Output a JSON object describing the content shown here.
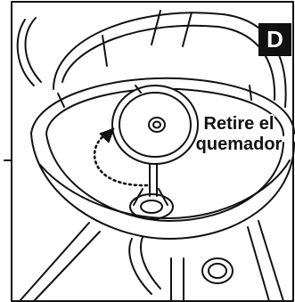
{
  "figure": {
    "panel_label": "D",
    "instruction": {
      "line1": "Retire el",
      "line2": "quemador"
    },
    "colors": {
      "line": "#111111",
      "fill": "#ffffff",
      "badge": "#111111"
    }
  }
}
